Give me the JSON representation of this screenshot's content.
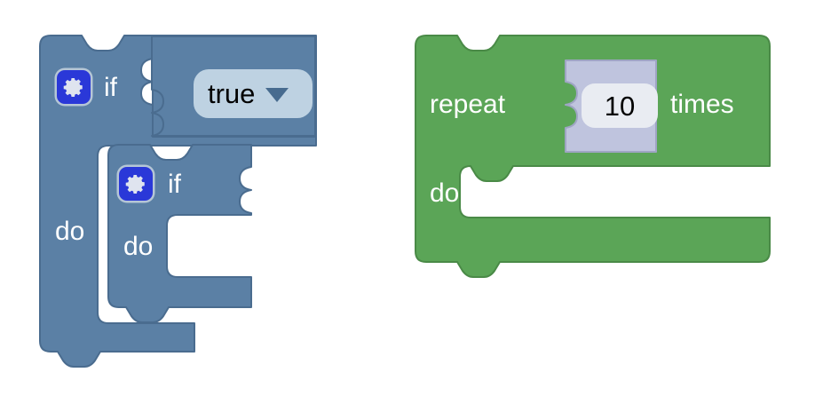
{
  "workspace": {
    "name": "blockly-workspace",
    "background_color": "#ffffff"
  },
  "blocks": [
    {
      "id": "if-outer",
      "type": "controls_if",
      "color": "#5b80a5",
      "stroke": "#4a6c8f",
      "mutator_icon": "gear-icon",
      "labels": {
        "if": "if",
        "do": "do"
      },
      "input_value": {
        "field_type": "dropdown",
        "value": "true",
        "caret": "chevron-down-icon",
        "field_bg": "#bed2e2"
      }
    },
    {
      "id": "if-inner",
      "type": "controls_if",
      "color": "#5b80a5",
      "stroke": "#4a6c8f",
      "mutator_icon": "gear-icon",
      "labels": {
        "if": "if",
        "do": "do"
      }
    },
    {
      "id": "repeat-times",
      "type": "controls_repeat_ext",
      "color": "#5ba557",
      "stroke": "#4a8a47",
      "labels": {
        "repeat": "repeat",
        "times": "times",
        "do": "do"
      },
      "input_value": {
        "block_color": "#bfc4de",
        "block_stroke": "#9fa5c4",
        "field_type": "number",
        "value": "10",
        "field_bg": "#e9ecf2"
      }
    }
  ]
}
